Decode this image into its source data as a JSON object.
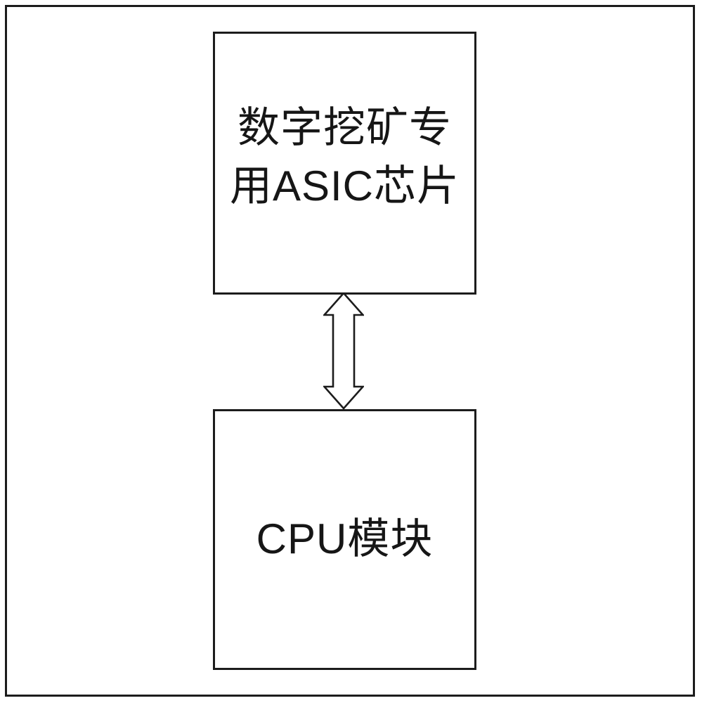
{
  "diagram": {
    "title": "digital-mining-device-block-diagram",
    "top_box": {
      "label": "数字挖矿专\n用ASIC芯片"
    },
    "bottom_box": {
      "label": "CPU模块"
    },
    "connector": {
      "type": "double-headed-vertical-arrow",
      "direction": "bidirectional"
    },
    "colors": {
      "line": "#1c1c1c",
      "background": "#ffffff",
      "text": "#161616"
    }
  }
}
